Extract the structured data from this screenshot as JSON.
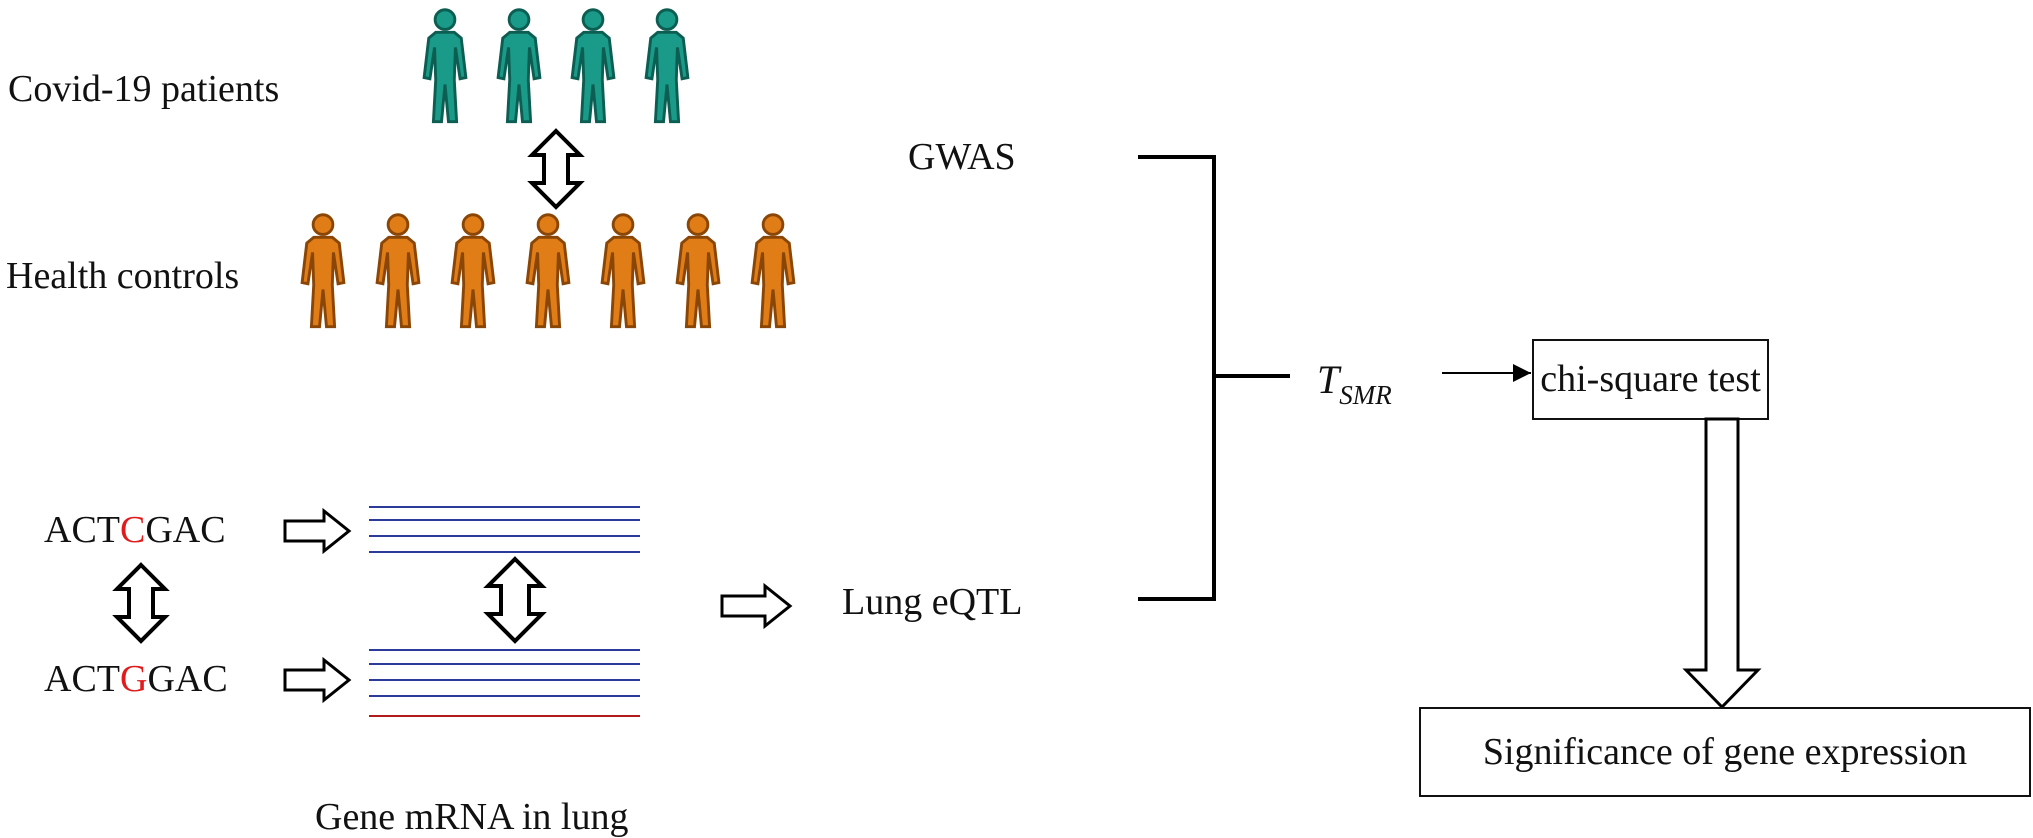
{
  "groups": {
    "patients_label": "Covid-19 patients",
    "controls_label": "Health controls",
    "patients_count": 4,
    "controls_count": 7,
    "patients_color": "#1a9a88",
    "patients_outline": "#0d5e52",
    "controls_color": "#e07d17",
    "controls_outline": "#8a4606"
  },
  "sequences": {
    "seq1": {
      "prefix": "ACT",
      "variant": "C",
      "suffix": "GAC"
    },
    "seq2": {
      "prefix": "ACT",
      "variant": "G",
      "suffix": "GAC"
    },
    "variant_color": "#e01b1b",
    "mrna_label": "Gene mRNA in lung",
    "transcript_color": "#2c3a9a",
    "extra_transcript_color": "#b01b1b"
  },
  "flow": {
    "gwas_label": "GWAS",
    "eqtl_label": "Lung eQTL",
    "tsmr_symbol": "T",
    "tsmr_subscript": "SMR",
    "test_box_label": "chi-square test",
    "result_box_label": "Significance of gene expression"
  }
}
